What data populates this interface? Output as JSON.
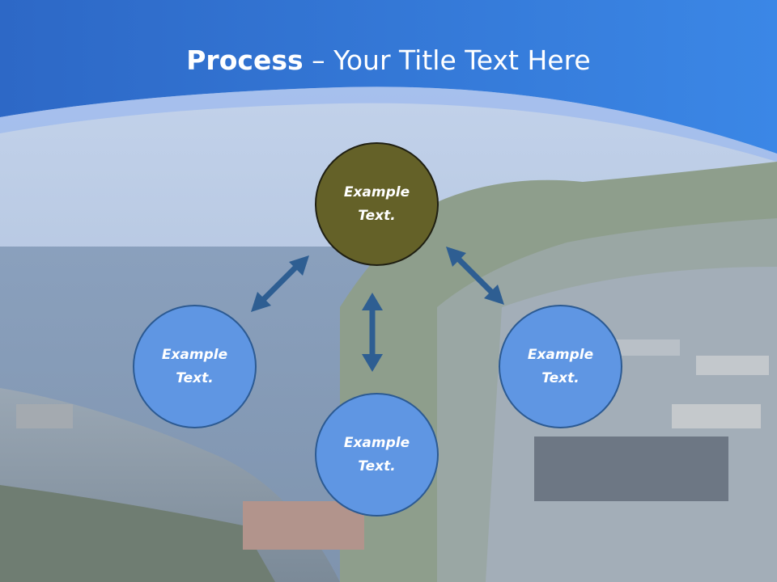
{
  "slide": {
    "title_bold": "Process",
    "title_rest": " – Your Title Text Here"
  },
  "nodes": {
    "top": "Example Text.",
    "left": "Example Text.",
    "bottom": "Example Text.",
    "right": "Example Text."
  },
  "colors": {
    "header_blue": "#2e6fd0",
    "node_dark": "#646128",
    "node_blue": "#5f96e3",
    "arrow": "#2e5e92"
  }
}
